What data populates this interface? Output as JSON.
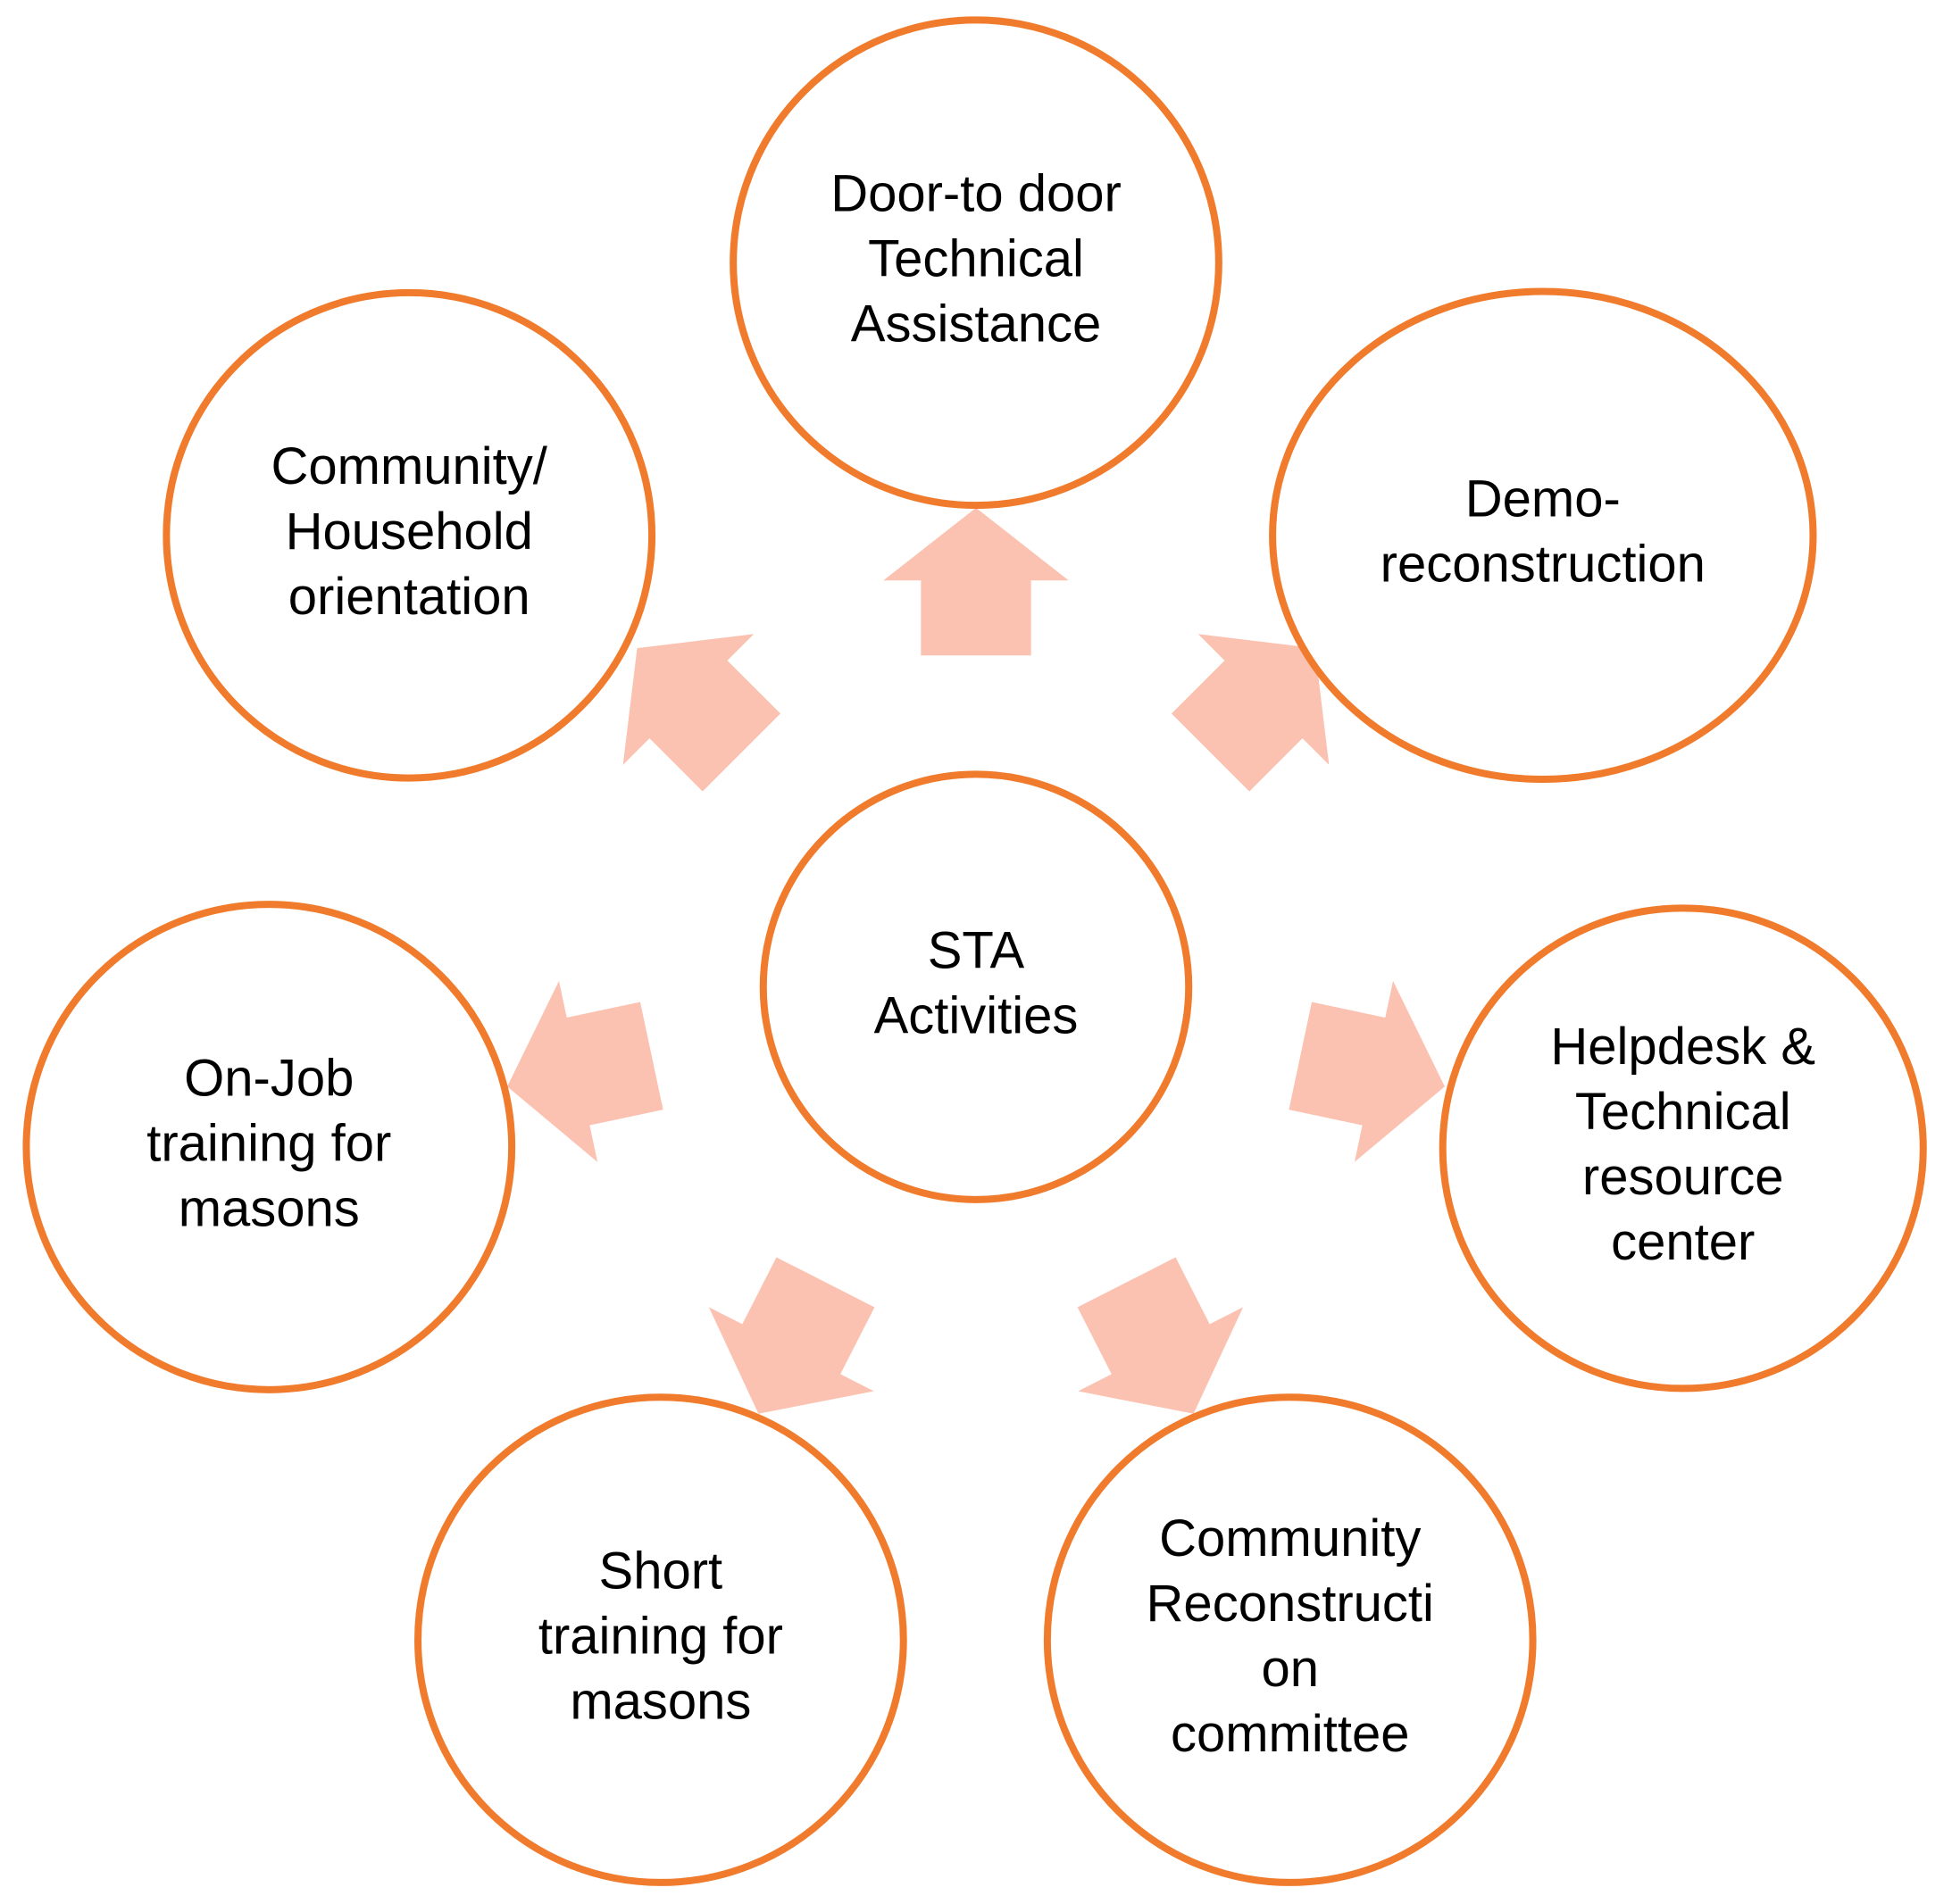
{
  "colors": {
    "circle_stroke": "#f07b2c",
    "arrow_fill": "#fcc2b1",
    "text": "#000000",
    "background": "#ffffff"
  },
  "center": {
    "lines": [
      "STA",
      "Activities"
    ]
  },
  "nodes": [
    {
      "id": "door-to-door",
      "lines": [
        "Door-to door",
        "Technical",
        "Assistance"
      ]
    },
    {
      "id": "demo-reconstruction",
      "lines": [
        "Demo-",
        "reconstruction"
      ]
    },
    {
      "id": "helpdesk",
      "lines": [
        "Helpdesk &",
        "Technical",
        "resource",
        "center"
      ]
    },
    {
      "id": "community-reconstruction-committee",
      "lines": [
        "Community",
        "Reconstructi",
        "on",
        "committee"
      ]
    },
    {
      "id": "short-training",
      "lines": [
        "Short",
        "training for",
        "masons"
      ]
    },
    {
      "id": "on-job-training",
      "lines": [
        "On-Job",
        "training for",
        "masons"
      ]
    },
    {
      "id": "household-orientation",
      "lines": [
        "Community/",
        "Household",
        "orientation"
      ]
    }
  ]
}
